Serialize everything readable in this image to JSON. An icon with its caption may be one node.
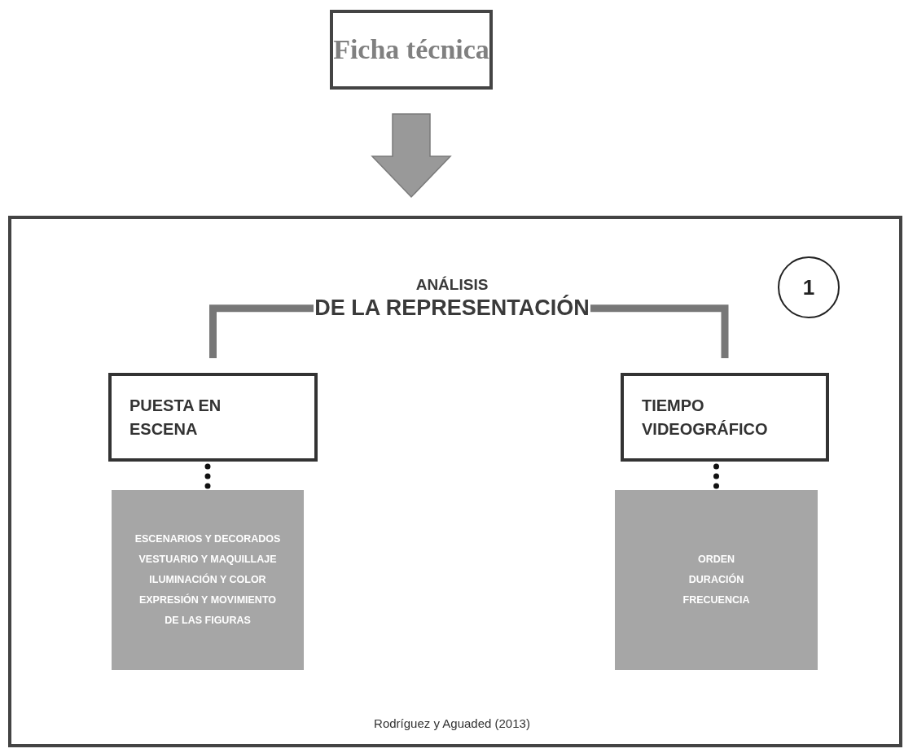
{
  "diagram": {
    "nodes": [
      {
        "text": [
          "Ficha técnica"
        ]
      },
      {
        "text": [],
        "shape": "box"
      },
      {
        "text": [
          "ANÁLISIS",
          "DE LA REPRESENTACIÓN"
        ],
        "in": 1
      },
      {
        "text": [
          "1"
        ],
        "in": 1
      },
      {
        "text": [
          "PUESTA EN ESCENA"
        ],
        "in": 1
      },
      {
        "text": [
          "TIEMPO VIDEOGRÁFICO"
        ],
        "in": 1
      },
      {
        "text": [
          "ESCENARIOS Y DECORADOS",
          "VESTUARIO Y MAQUILLAJE",
          "ILUMINACIÓN Y COLOR",
          "EXPRESIÓN Y MOVIMIENTO DE LAS FIGURAS"
        ],
        "in": 1
      },
      {
        "text": [
          "ORDEN",
          "DURACIÓN",
          "FRECUENCIA"
        ],
        "in": 1
      }
    ],
    "edges": [
      {
        "from": 0,
        "to": 1,
        "arrow": "to",
        "style": "thick"
      },
      {
        "from": 2,
        "to": 4,
        "arrow": "none"
      },
      {
        "from": 2,
        "to": 5,
        "arrow": "none"
      },
      {
        "from": 4,
        "to": 6,
        "arrow": "none",
        "style": "dashed",
        "color": "#111111"
      },
      {
        "from": 5,
        "to": 7,
        "arrow": "none",
        "style": "dashed",
        "color": "#111111"
      }
    ],
    "labels": [
      "Rodríguez y Aguaded (2013)"
    ]
  }
}
